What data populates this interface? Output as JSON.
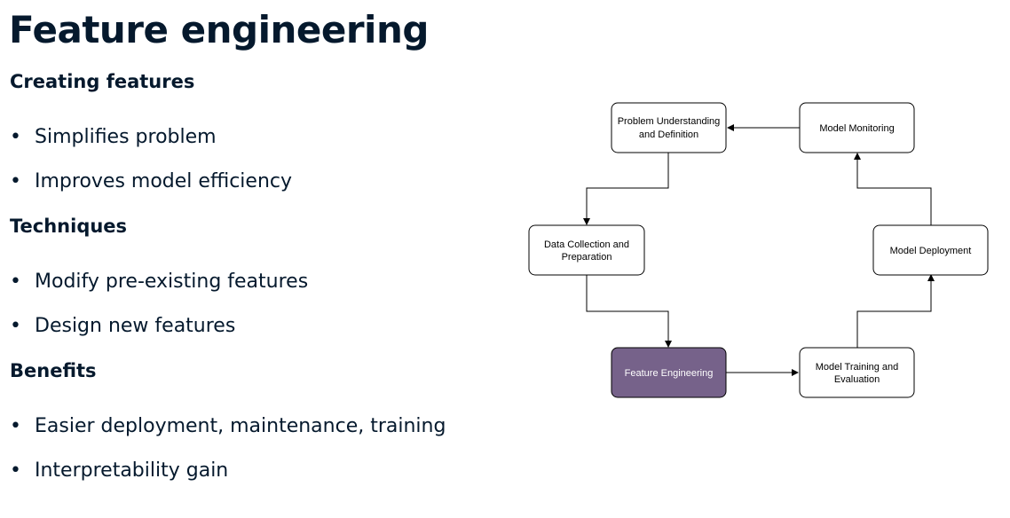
{
  "title": "Feature engineering",
  "sections": [
    {
      "heading": "Creating features",
      "bullets": [
        "Simplifies problem",
        "Improves model efficiency"
      ]
    },
    {
      "heading": "Techniques",
      "bullets": [
        "Modify pre-existing features",
        "Design new features"
      ]
    },
    {
      "heading": "Benefits",
      "bullets": [
        "Easier deployment, maintenance, training",
        "Interpretability gain"
      ]
    }
  ],
  "bullet_symbol": "•",
  "diagram": {
    "nodes": {
      "problem": [
        "Problem Understanding",
        "and Definition"
      ],
      "monitoring": [
        "Model Monitoring"
      ],
      "data": [
        "Data Collection and",
        "Preparation"
      ],
      "deployment": [
        "Model Deployment"
      ],
      "feature": [
        "Feature Engineering"
      ],
      "training": [
        "Model Training and",
        "Evaluation"
      ]
    },
    "highlight_color": "#76628a"
  }
}
